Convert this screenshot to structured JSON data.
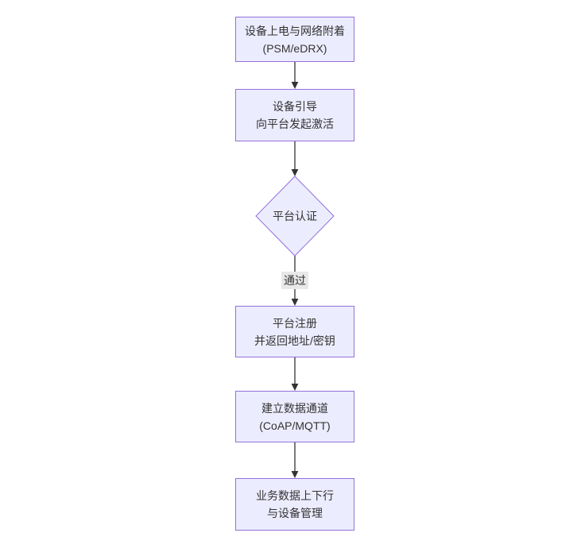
{
  "diagram": {
    "type": "flowchart-vertical",
    "nodes": {
      "power": {
        "type": "process",
        "line1": "设备上电与网络附着",
        "line2": "(PSM/eDRX)"
      },
      "boot": {
        "type": "process",
        "line1": "设备引导",
        "line2": "向平台发起激活"
      },
      "auth": {
        "type": "decision",
        "label": "平台认证"
      },
      "register": {
        "type": "process",
        "line1": "平台注册",
        "line2": "并返回地址/密钥"
      },
      "channel": {
        "type": "process",
        "line1": "建立数据通道",
        "line2": "(CoAP/MQTT)"
      },
      "business": {
        "type": "process",
        "line1": "业务数据上下行",
        "line2": "与设备管理"
      }
    },
    "edges": [
      {
        "from": "power",
        "to": "boot",
        "label": ""
      },
      {
        "from": "boot",
        "to": "auth",
        "label": ""
      },
      {
        "from": "auth",
        "to": "register",
        "label": "通过"
      },
      {
        "from": "register",
        "to": "channel",
        "label": ""
      },
      {
        "from": "channel",
        "to": "business",
        "label": ""
      }
    ],
    "edge_labels": {
      "auth_pass": "通过"
    },
    "colors": {
      "node_fill": "#ECECFF",
      "node_border": "#9370DB",
      "arrow": "#333333",
      "text": "#333333",
      "edge_label_bg": "#e8e8e8"
    }
  }
}
